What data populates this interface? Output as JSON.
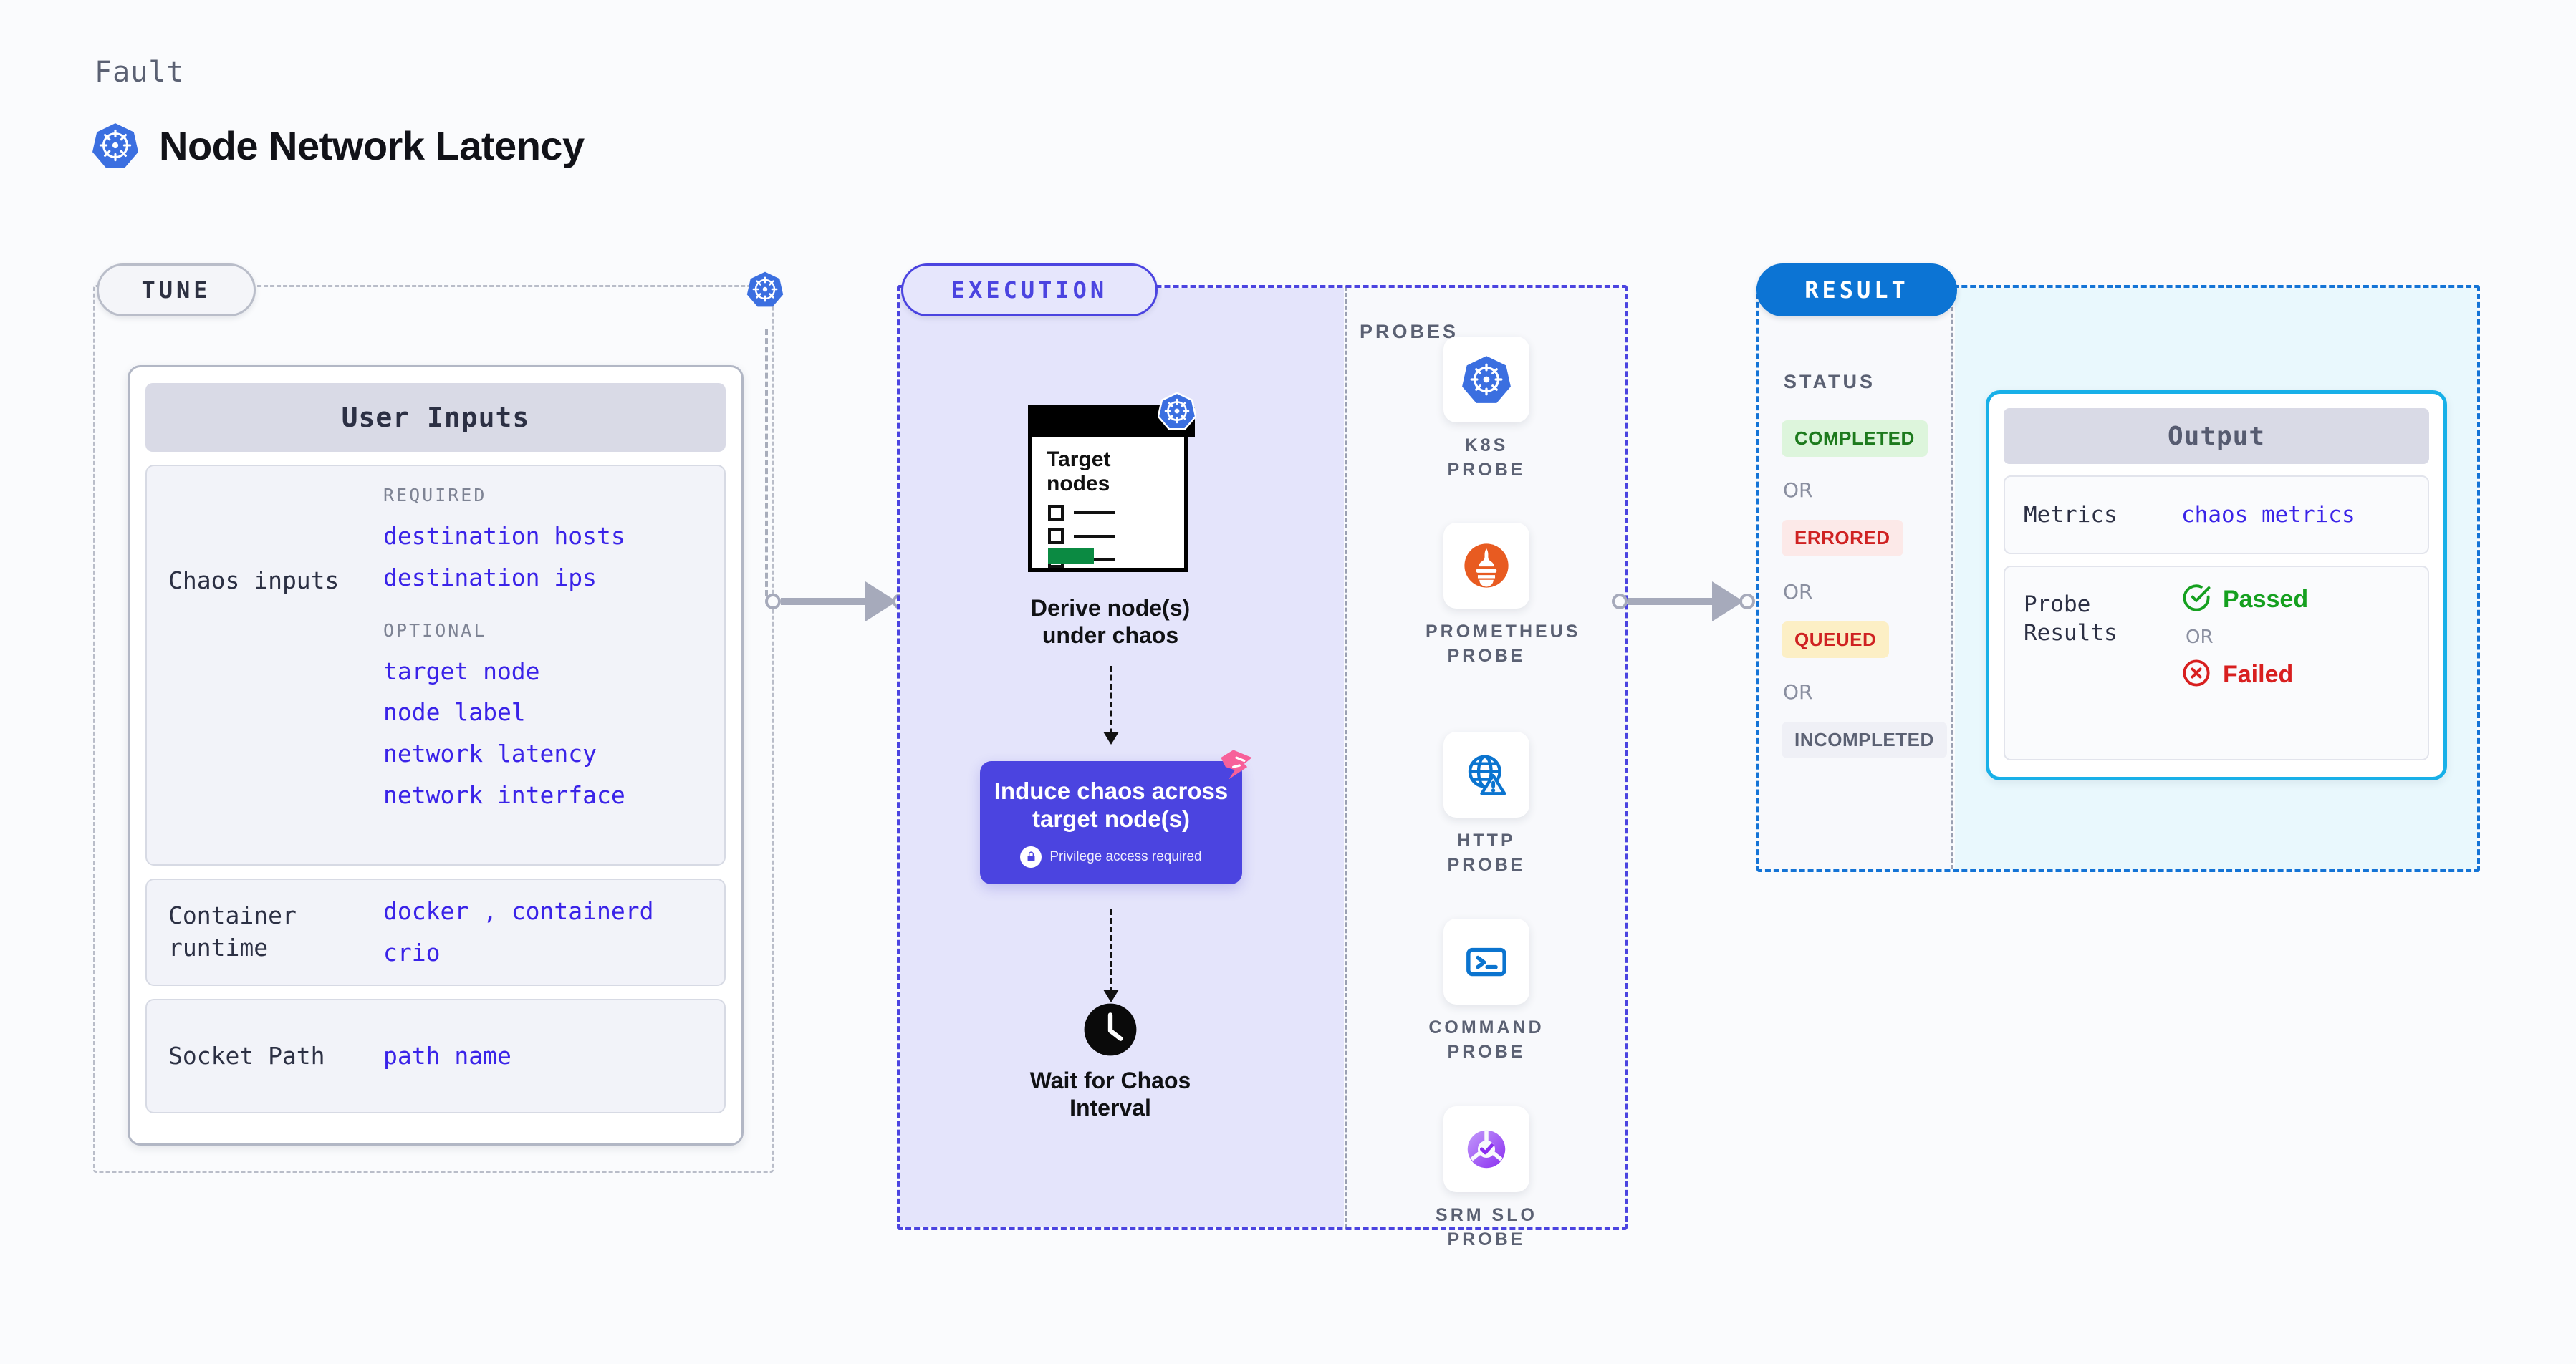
{
  "header": {
    "eyebrow": "Fault",
    "title": "Node Network Latency",
    "icon": "kubernetes-icon"
  },
  "tune": {
    "pill_label": "TUNE",
    "badge_icon": "kubernetes-icon",
    "card_title": "User Inputs",
    "rows": [
      {
        "label": "Chaos inputs",
        "groups": [
          {
            "title": "REQUIRED",
            "values": [
              "destination hosts",
              "destination ips"
            ]
          },
          {
            "title": "OPTIONAL",
            "values": [
              "target node",
              "node label",
              "network latency",
              "network interface"
            ]
          }
        ]
      },
      {
        "label": "Container\nruntime",
        "values_line1": "docker , containerd",
        "values_line2": "crio"
      },
      {
        "label": "Socket Path",
        "value": "path name"
      }
    ]
  },
  "execution": {
    "pill_label": "EXECUTION",
    "steps": [
      {
        "id": "derive-nodes",
        "doc_title": "Target\nnodes",
        "doc_badge_icon": "kubernetes-icon",
        "label": "Derive node(s)\nunder chaos"
      },
      {
        "id": "induce-chaos",
        "label": "Induce chaos across\ntarget node(s)",
        "note": "Privilege access required",
        "note_icon": "lock-icon",
        "corner_icon": "harness-icon",
        "accent": "#4b44e0"
      },
      {
        "id": "wait-interval",
        "icon": "clock-icon",
        "label": "Wait for Chaos\nInterval"
      }
    ],
    "probes": {
      "title": "PROBES",
      "items": [
        {
          "name": "K8S PROBE",
          "icon": "kubernetes-icon"
        },
        {
          "name": "PROMETHEUS PROBE",
          "icon": "prometheus-icon"
        },
        {
          "name": "HTTP PROBE",
          "icon": "http-globe-warning-icon"
        },
        {
          "name": "COMMAND PROBE",
          "icon": "terminal-icon"
        },
        {
          "name": "SRM SLO PROBE",
          "icon": "srm-slo-icon"
        }
      ]
    }
  },
  "result": {
    "pill_label": "RESULT",
    "status_title": "STATUS",
    "or_label": "OR",
    "statuses": [
      {
        "label": "COMPLETED",
        "bg": "#ddf5dc",
        "fg": "#1d7a1d"
      },
      {
        "label": "ERRORED",
        "bg": "#fce9e8",
        "fg": "#cf2222"
      },
      {
        "label": "QUEUED",
        "bg": "#fcefc5",
        "fg": "#cf2222"
      },
      {
        "label": "INCOMPLETED",
        "bg": "#eff0f6",
        "fg": "#5b6173"
      }
    ],
    "output": {
      "title": "Output",
      "metrics_label": "Metrics",
      "metrics_value": "chaos metrics",
      "probe_results_label": "Probe\nResults",
      "passed_label": "Passed",
      "failed_label": "Failed",
      "or_label": "OR",
      "passed_icon": "check-circle-icon",
      "failed_icon": "x-circle-icon"
    }
  },
  "colors": {
    "accent_purple": "#4b44e0",
    "accent_blue": "#0c74d4",
    "output_border": "#18b0e8",
    "code_blue": "#3a23e8",
    "k8s_blue": "#3b6fe0",
    "harness_pink": "#f7609a"
  }
}
